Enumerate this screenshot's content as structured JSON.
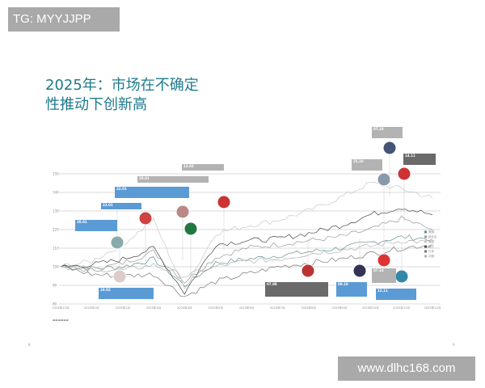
{
  "watermark_top": "TG: MYYJJPP",
  "watermark_bottom": "www.dlhc168.com",
  "title_line1": "2025年：市场在不确定",
  "title_line2": "性推动下创新高",
  "annotations": [
    {
      "date": "20.01",
      "style": "blue"
    },
    {
      "date": "22.01",
      "style": "blue"
    },
    {
      "date": "22.01",
      "style": "blue"
    },
    {
      "date": "28.01",
      "style": "gray"
    },
    {
      "date": "12.02",
      "style": "gray"
    },
    {
      "date": "19.02",
      "style": "blue"
    },
    {
      "date": "07.08",
      "style": "dark"
    },
    {
      "date": "09.10",
      "style": "blue"
    },
    {
      "date": "07.10",
      "style": "gray"
    },
    {
      "date": "12.11",
      "style": "blue"
    },
    {
      "date": "25.10",
      "style": "gray"
    },
    {
      "date": "07.10",
      "style": "gray"
    },
    {
      "date": "14.11",
      "style": "dark"
    }
  ],
  "page_numbers": {
    "left": "8",
    "right": "9"
  },
  "chart_data": {
    "type": "line",
    "title": "",
    "xlabel": "",
    "ylabel": "",
    "categories": [
      "2024年12月",
      "2025年1月",
      "2025年2月",
      "2025年3月",
      "2025年4月",
      "2025年5月",
      "2025年6月",
      "2025年7月",
      "2025年8月",
      "2025年9月",
      "2025年10月",
      "2025年11月",
      "2025年12月"
    ],
    "ylim": [
      80,
      150
    ],
    "yticks": [
      80,
      90,
      100,
      110,
      120,
      130,
      140,
      150
    ],
    "grid": true,
    "legend_position": "right",
    "series": [
      {
        "name": "美国",
        "color": "#5f8f8f",
        "values": [
          100,
          99,
          100,
          104,
          90,
          102,
          104,
          106,
          108,
          110,
          113,
          116,
          115
        ]
      },
      {
        "name": "欧元区",
        "color": "#999999",
        "values": [
          100,
          98,
          102,
          108,
          92,
          105,
          110,
          112,
          114,
          116,
          120,
          126,
          120
        ]
      },
      {
        "name": "英国",
        "color": "#c8c8c8",
        "values": [
          100,
          103,
          112,
          125,
          88,
          118,
          122,
          125,
          130,
          137,
          145,
          142,
          137
        ]
      },
      {
        "name": "瑞士",
        "color": "#444444",
        "values": [
          100,
          101,
          104,
          110,
          86,
          112,
          114,
          115,
          118,
          122,
          128,
          132,
          128
        ]
      },
      {
        "name": "日本",
        "color": "#777777",
        "values": [
          100,
          96,
          95,
          96,
          84,
          92,
          96,
          100,
          102,
          104,
          107,
          110,
          112
        ]
      },
      {
        "name": "中国",
        "color": "#b0b0b0",
        "values": [
          100,
          99,
          98,
          101,
          95,
          100,
          103,
          104,
          107,
          109,
          111,
          114,
          113
        ]
      }
    ]
  }
}
